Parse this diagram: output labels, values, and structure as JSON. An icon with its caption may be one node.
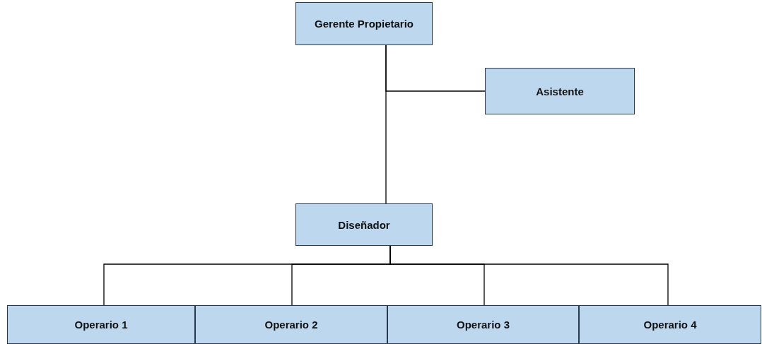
{
  "diagram": {
    "nodes": [
      {
        "text": [
          "Gerente Propietario"
        ]
      },
      {
        "text": [
          "Asistente"
        ]
      },
      {
        "text": [
          "Diseñador"
        ]
      },
      {
        "text": [
          "Operario 1"
        ]
      },
      {
        "text": [
          "Operario 2"
        ]
      },
      {
        "text": [
          "Operario 3"
        ]
      },
      {
        "text": [
          "Operario 4"
        ]
      }
    ],
    "edges": [
      {
        "from": 0,
        "to": 2,
        "arrow": "none"
      },
      {
        "from": 0,
        "to": 1,
        "arrow": "none"
      },
      {
        "from": 2,
        "to": 3,
        "arrow": "none"
      },
      {
        "from": 2,
        "to": 4,
        "arrow": "none"
      },
      {
        "from": 2,
        "to": 5,
        "arrow": "none"
      },
      {
        "from": 2,
        "to": 6,
        "arrow": "none"
      }
    ]
  }
}
